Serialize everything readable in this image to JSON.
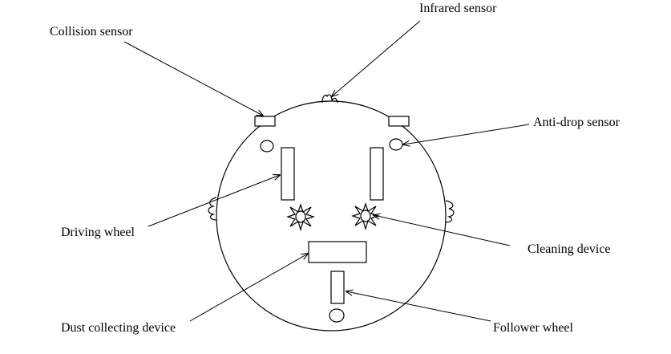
{
  "labels": {
    "collision_sensor": "Collision sensor",
    "infrared_sensor": "Infrared sensor",
    "anti_drop_sensor": "Anti-drop sensor",
    "driving_wheel": "Driving wheel",
    "cleaning_device": "Cleaning device",
    "dust_collecting_device": "Dust collecting device",
    "follower_wheel": "Follower wheel"
  },
  "colors": {
    "line": "#000000",
    "background": "#ffffff"
  }
}
